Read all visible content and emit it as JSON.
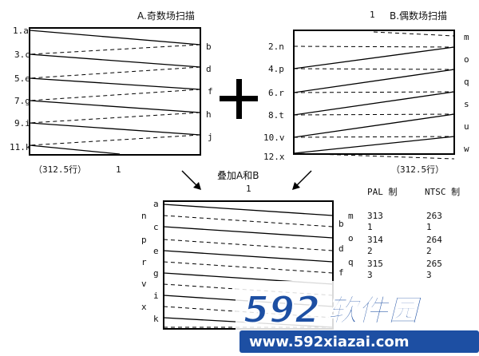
{
  "panel_a": {
    "title": "A.奇数场扫描",
    "left_labels": [
      "1.a",
      "3.c",
      "5.e",
      "7.g",
      "9.i",
      "11.k"
    ],
    "right_labels": [
      "b",
      "d",
      "f",
      "h",
      "j"
    ],
    "footer_label": "（312.5行）",
    "footer_mark": "1"
  },
  "panel_b": {
    "title": "B.偶数场扫描",
    "top_mark": "1",
    "left_labels": [
      "2.n",
      "4.p",
      "6.r",
      "8.t",
      "10.v",
      "12.x"
    ],
    "right_labels": [
      "m",
      "o",
      "q",
      "s",
      "u",
      "w"
    ],
    "footer_label": "（312.5行）"
  },
  "plus_symbol": "+",
  "overlay": {
    "title": "叠加A和B",
    "top_mark": "1",
    "left_outer_labels": [
      "n",
      "p",
      "r",
      "v",
      "x"
    ],
    "left_inner_labels": [
      "a",
      "c",
      "e",
      "g",
      "i",
      "k"
    ],
    "right_inner_labels": [
      "b",
      "d",
      "f"
    ],
    "right_outer_labels": [
      "m",
      "o",
      "q"
    ]
  },
  "table": {
    "headers": [
      "PAL 制",
      "NTSC 制"
    ],
    "pal_values": [
      "313",
      "1",
      "314",
      "2",
      "315",
      "3"
    ],
    "ntsc_values": [
      "263",
      "1",
      "264",
      "2",
      "265",
      "3"
    ]
  },
  "watermark": {
    "brand_number": "592",
    "brand_text": "软件园",
    "url": "www.592xiazai.com",
    "colors": {
      "blue": "#1d4fa3",
      "orange": "#f0a020",
      "white": "#ffffff"
    }
  }
}
